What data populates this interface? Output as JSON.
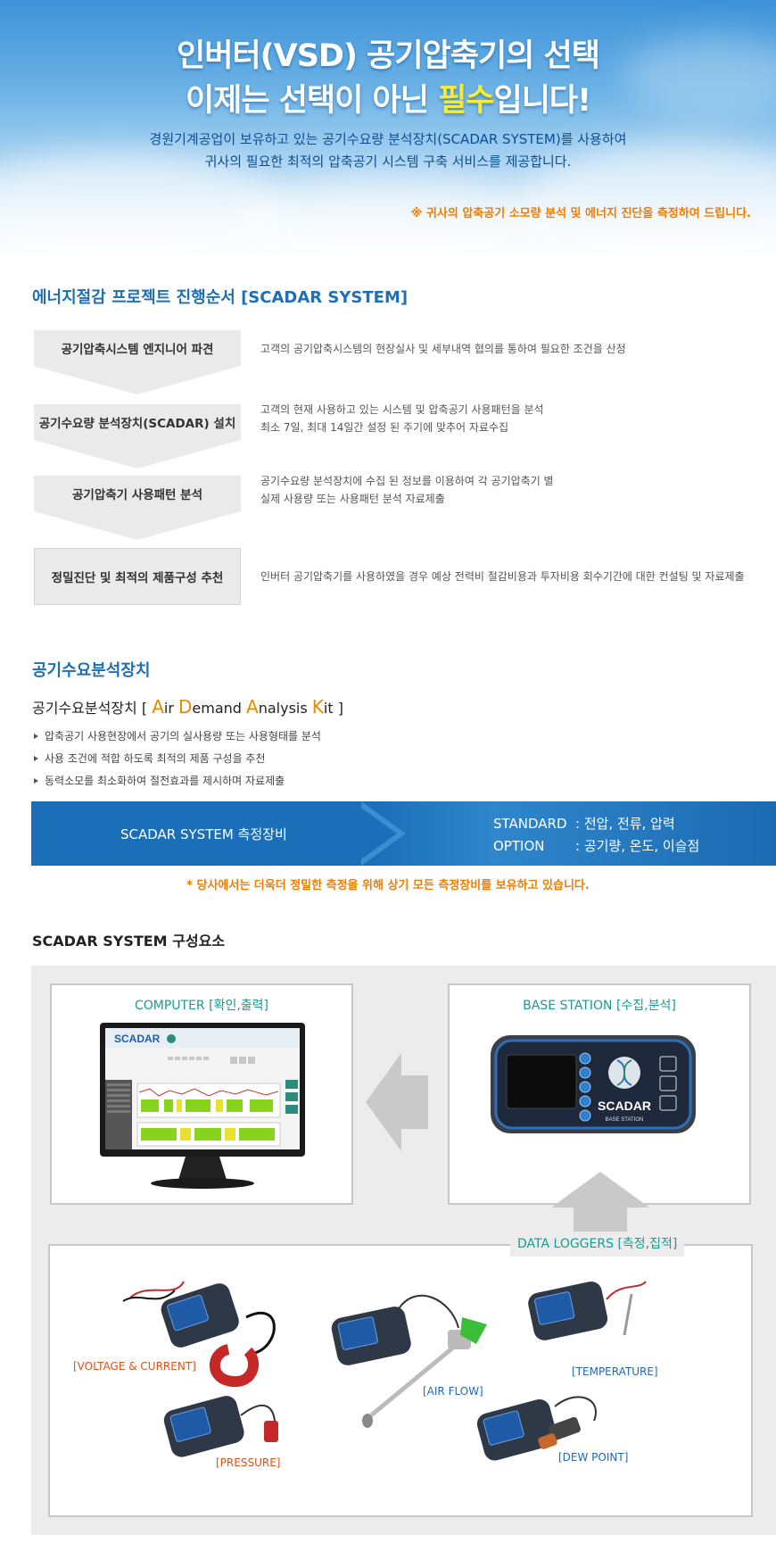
{
  "hero": {
    "line1": "인버터(VSD) 공기압축기의 선택",
    "line2_pre": "이제는 선택이 아닌 ",
    "line2_highlight": "필수",
    "line2_post": "입니다!",
    "sub1": "경원기계공업이 보유하고 있는 공기수요량 분석장치(SCADAR SYSTEM)를 사용하여",
    "sub2": "귀사의 필요한 최적의 압축공기 시스템 구축 서비스를 제공합니다.",
    "note": "※ 귀사의 압축공기 소모량 분석 및 에너지 진단을  측정하여 드립니다."
  },
  "process": {
    "title": "에너지절감 프로젝트 진행순서 [SCADAR SYSTEM]",
    "steps": [
      {
        "label": "공기압축시스템 엔지니어 파견",
        "desc": [
          "고객의 공기압축시스템의 현장실사 및 세부내역 협의를 통하여 필요한 조건을 산정"
        ]
      },
      {
        "label": "공기수요량 분석장치(SCADAR) 설치",
        "desc": [
          "고객의 현재 사용하고 있는 시스템 및 압축공기 사용패턴을 분석",
          "최소 7일,  최대 14일간 설정 된 주기에 맞추어 자료수집"
        ]
      },
      {
        "label": "공기압축기 사용패턴 분석",
        "desc": [
          "공기수요량 분석장치에 수집 된 정보를 이용하여 각 공기압축기 별",
          "실제 사용량 또는 사용패턴 분석 자료제출"
        ]
      },
      {
        "label": "정밀진단 및 최적의 제품구성 추천",
        "desc": [
          "인버터 공기압축기를 사용하였을 경우 예상 전력비 절감비용과 투자비용 회수기간에 대한 컨설팅 및 자료제출"
        ]
      }
    ]
  },
  "analysis": {
    "title": "공기수요분석장치",
    "kit_prefix": "공기수요분석장치 [ ",
    "kit_words": [
      {
        "cap": "A",
        "rest": "ir "
      },
      {
        "cap": "D",
        "rest": "emand "
      },
      {
        "cap": "A",
        "rest": "nalysis "
      },
      {
        "cap": "K",
        "rest": "it"
      }
    ],
    "kit_suffix": " ]",
    "bullets": [
      "압축공기 사용현장에서 공기의 실사용량 또는 사용형태를 분석",
      "사용 조건에 적합 하도록 최적의 제품 구성을 추천",
      "동력소모를 최소화하여 절전효과를 제시하며 자료제출"
    ]
  },
  "banner": {
    "left": "SCADAR SYSTEM 측정장비",
    "standard_key": "STANDARD",
    "standard_val": ": 전압, 전류, 압력",
    "option_key": "OPTION",
    "option_val": ": 공기량, 온도, 이슬점",
    "note": "* 당사에서는 더욱더 정밀한 측정을 위해 상기 모든 측정장비를 보유하고 있습니다."
  },
  "components": {
    "title": "SCADAR SYSTEM 구성요소",
    "computer": "COMPUTER [확인,출력]",
    "base_station": "BASE STATION [수집,분석]",
    "data_loggers": "DATA LOGGERS [측정,집적]",
    "screen_logo": "SCADAR",
    "device_logo": "SCADAR",
    "device_sub": "BASE STATION",
    "loggers": {
      "voltage": "[VOLTAGE & CURRENT]",
      "airflow": "[AIR FLOW]",
      "temperature": "[TEMPERATURE]",
      "pressure": "[PRESSURE]",
      "dewpoint": "[DEW POINT]"
    }
  },
  "colors": {
    "accent_blue": "#1f6fb5",
    "orange": "#f07d00",
    "teal": "#1a9a92",
    "highlight_yellow": "#f4ec3a"
  }
}
